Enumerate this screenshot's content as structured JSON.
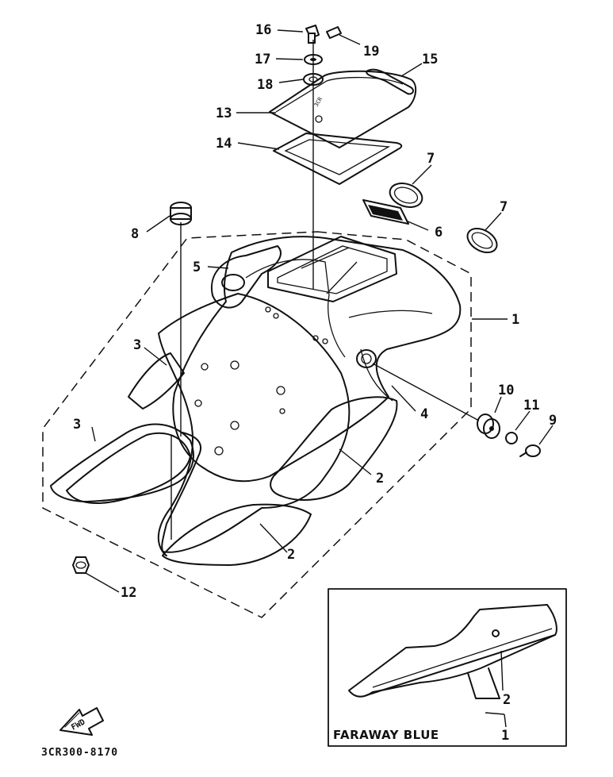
{
  "diagram": {
    "part_code": "3CR300-8170",
    "fwd_label": "FWD",
    "inset_caption": "FARAWAY BLUE",
    "callouts": [
      {
        "id": "c1",
        "text": "1"
      },
      {
        "id": "c2a",
        "text": "2"
      },
      {
        "id": "c2b",
        "text": "2"
      },
      {
        "id": "c3a",
        "text": "3"
      },
      {
        "id": "c3b",
        "text": "3"
      },
      {
        "id": "c4",
        "text": "4"
      },
      {
        "id": "c5",
        "text": "5"
      },
      {
        "id": "c6",
        "text": "6"
      },
      {
        "id": "c7a",
        "text": "7"
      },
      {
        "id": "c7b",
        "text": "7"
      },
      {
        "id": "c8",
        "text": "8"
      },
      {
        "id": "c9",
        "text": "9"
      },
      {
        "id": "c10",
        "text": "10"
      },
      {
        "id": "c11",
        "text": "11"
      },
      {
        "id": "c12",
        "text": "12"
      },
      {
        "id": "c13",
        "text": "13"
      },
      {
        "id": "c14",
        "text": "14"
      },
      {
        "id": "c15",
        "text": "15"
      },
      {
        "id": "c16",
        "text": "16"
      },
      {
        "id": "c17",
        "text": "17"
      },
      {
        "id": "c18",
        "text": "18"
      },
      {
        "id": "c19",
        "text": "19"
      }
    ],
    "inset_callouts": [
      {
        "id": "i2",
        "text": "2"
      },
      {
        "id": "i1",
        "text": "1"
      }
    ]
  }
}
